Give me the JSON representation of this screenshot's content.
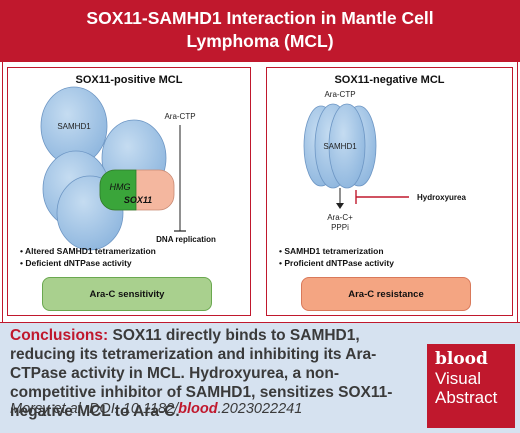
{
  "header": {
    "title_line1": "SOX11-SAMHD1 Interaction in Mantle Cell",
    "title_line2": "Lymphoma (MCL)"
  },
  "left_panel": {
    "title": "SOX11-positive MCL",
    "samhd1_label": "SAMHD1",
    "hmg_label": "HMG",
    "sox11_label": "SOX11",
    "aractp_label": "Ara-CTP",
    "dna_label": "DNA replication",
    "bullets": [
      "Altered SAMHD1 tetramerization",
      "Deficient dNTPase activity"
    ],
    "result": "Ara-C sensitivity"
  },
  "right_panel": {
    "title": "SOX11-negative MCL",
    "aractp_label": "Ara-CTP",
    "samhd1_label": "SAMHD1",
    "product_line1": "Ara-C+",
    "product_line2": "PPPi",
    "hydroxyurea_label": "Hydroxyurea",
    "bullets": [
      "SAMHD1 tetramerization",
      "Proficient dNTPase activity"
    ],
    "result": "Ara-C resistance"
  },
  "footer": {
    "conclusion_label": "Conclusions:",
    "conclusion_text": "SOX11 directly binds to SAMHD1, reducing its tetramerization and inhibiting its Ara-CTPase activity in MCL. Hydroxyurea, a non-competitive inhibitor of SAMHD1, sensitizes SOX11-negative MCL to Ara-C.",
    "citation_prefix": "Morsy et al. DOI: 10.1182/",
    "citation_journal": "blood",
    "citation_suffix": ".2023022241"
  },
  "badge": {
    "line1": "blood",
    "line2": "Visual",
    "line3": "Abstract"
  },
  "colors": {
    "accent": "#c0182d",
    "protein": "#9cc3e6",
    "hmg": "#3aa53a",
    "sox11": "#f4b79f",
    "footer_bg": "#d6e2f0"
  }
}
